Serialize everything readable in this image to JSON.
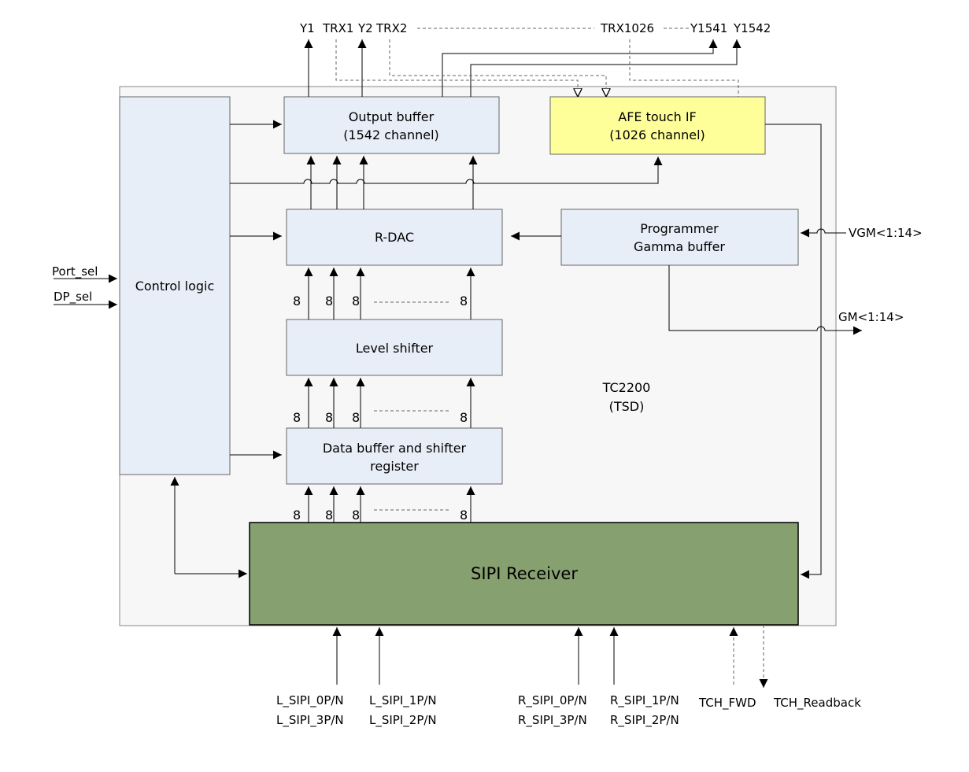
{
  "blocks": {
    "output_buffer": [
      "Output buffer",
      "(1542 channel)"
    ],
    "afe_touch": [
      "AFE touch IF",
      "(1026 channel)"
    ],
    "rdac": "R-DAC",
    "gamma": [
      "Programmer",
      "Gamma buffer"
    ],
    "control": "Control logic",
    "level_shifter": "Level shifter",
    "data_buffer": [
      "Data buffer and shifter",
      "register"
    ],
    "sipi": "SIPI Receiver",
    "chip": [
      "TC2200",
      "(TSD)"
    ]
  },
  "top_labels": {
    "y1": "Y1",
    "trx1": "TRX1",
    "y2": "Y2",
    "trx2": "TRX2",
    "trx1026": "TRX1026",
    "y1541": "Y1541",
    "y1542": "Y1542"
  },
  "side_labels": {
    "port_sel": "Port_sel",
    "dp_sel": "DP_sel",
    "vgm": "VGM<1:14>",
    "gm": "GM<1:14>"
  },
  "bus_width": "8",
  "bottom_labels": {
    "l0": "L_SIPI_0P/N",
    "l3": "L_SIPI_3P/N",
    "l1": "L_SIPI_1P/N",
    "l2": "L_SIPI_2P/N",
    "r0": "R_SIPI_0P/N",
    "r3": "R_SIPI_3P/N",
    "r1": "R_SIPI_1P/N",
    "r2": "R_SIPI_2P/N",
    "tch_fwd": "TCH_FWD",
    "tch_readback": "TCH_Readback"
  },
  "colors": {
    "block_fill": "#e8eef8",
    "afe_fill": "#ffff99",
    "sipi_fill": "#87a070",
    "chip_fill": "#f7f7f7"
  }
}
